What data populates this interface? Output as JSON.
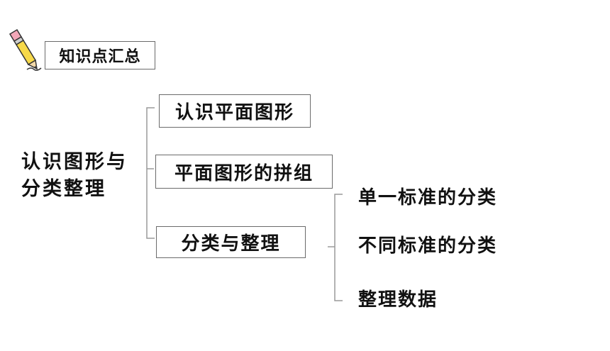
{
  "header": {
    "title": "知识点汇总",
    "icon": "pencil-icon"
  },
  "diagram": {
    "root": {
      "line1": "认识图形与",
      "line2": "分类整理"
    },
    "branches": [
      {
        "label": "认识平面图形"
      },
      {
        "label": "平面图形的拼组"
      },
      {
        "label": "分类与整理"
      }
    ],
    "sub_branches": [
      {
        "label": "单一标准的分类"
      },
      {
        "label": "不同标准的分类"
      },
      {
        "label": "整理数据"
      }
    ]
  }
}
